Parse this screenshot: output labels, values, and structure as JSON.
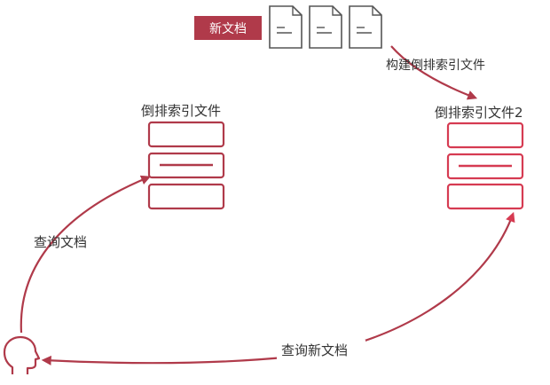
{
  "new_doc": {
    "label": "新文档"
  },
  "index1": {
    "title": "倒排索引文件"
  },
  "index2": {
    "title": "倒排索引文件2"
  },
  "edges": {
    "build": "构建倒排索引文件",
    "query_docs": "查询文档",
    "query_new_docs": "查询新文档"
  },
  "colors": {
    "primary": "#b03a4a",
    "bright": "#d63b52",
    "text": "#333333",
    "doc": "#555555",
    "button_text": "#ffffff"
  },
  "icons": [
    "document-icon",
    "user-head-icon"
  ]
}
